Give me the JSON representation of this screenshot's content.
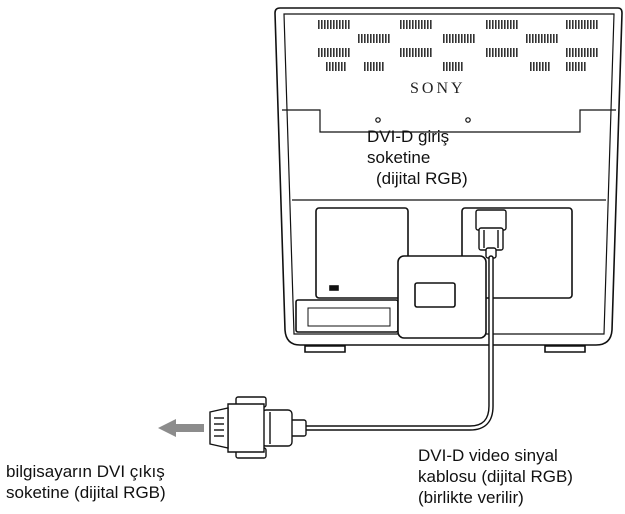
{
  "brand": {
    "logo_text": "SONY"
  },
  "labels": {
    "input_socket": [
      "DVI-D giriş",
      "soketine",
      "(dijital RGB)"
    ],
    "computer_output": [
      "bilgisayarın DVI çıkış",
      "soketine (dijital RGB)"
    ],
    "cable": [
      "DVI-D video sinyal",
      "kablosu (dijital RGB)",
      "(birlikte verilir)"
    ]
  },
  "icons": {
    "arrow": "left-arrow-icon"
  },
  "colors": {
    "line": "#111111",
    "arrow": "#8c8c8c",
    "vent": "#333333",
    "fill": "#ffffff"
  }
}
